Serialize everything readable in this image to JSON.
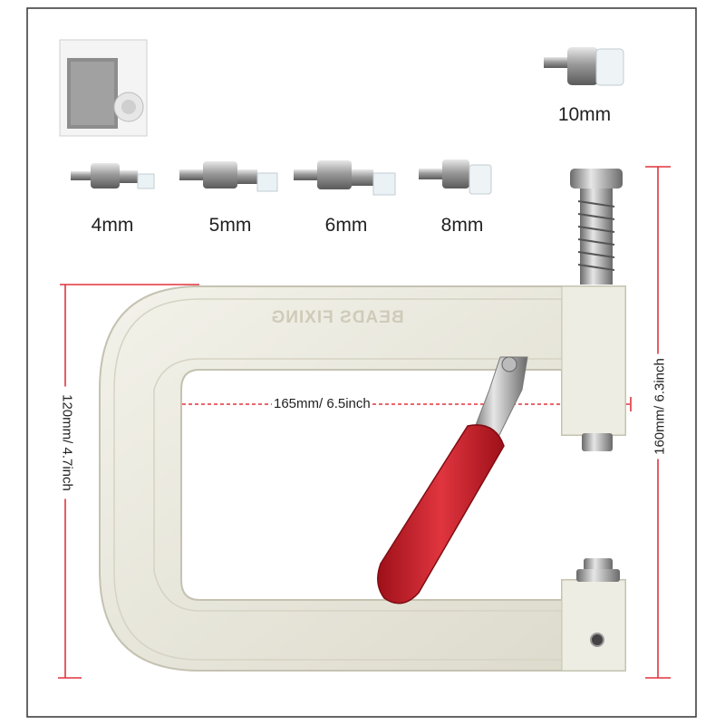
{
  "tool": {
    "embossed_text": "BEADS FIXING",
    "frame_color": "#ebe9dc",
    "handle_color": "#c8232c"
  },
  "dies": [
    {
      "size": "4mm"
    },
    {
      "size": "5mm"
    },
    {
      "size": "6mm"
    },
    {
      "size": "8mm"
    },
    {
      "size": "10mm"
    }
  ],
  "dimensions": {
    "width": "165mm/ 6.5inch",
    "height_left": "120mm/ 4.7inch",
    "height_right": "160mm/ 6.3inch"
  },
  "accent": "#e0333b"
}
